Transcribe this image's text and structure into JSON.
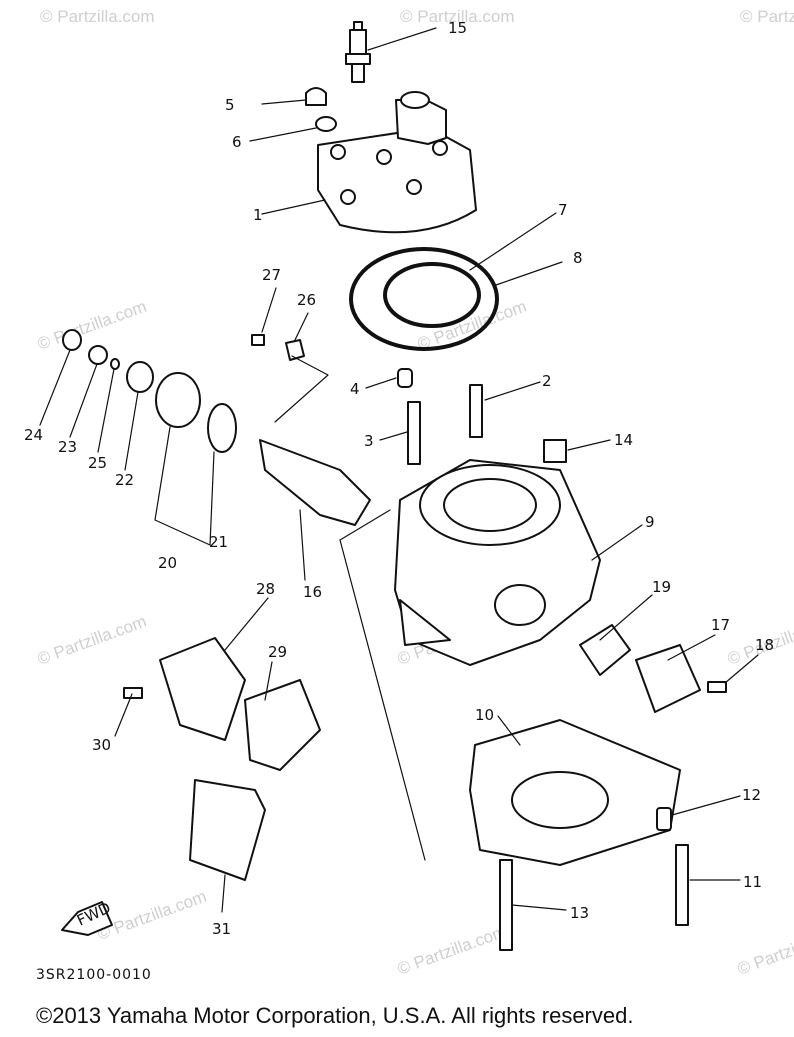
{
  "diagram": {
    "watermark_text": "© Partzilla.com",
    "callouts": [
      "1",
      "2",
      "3",
      "4",
      "5",
      "6",
      "7",
      "8",
      "9",
      "10",
      "11",
      "12",
      "13",
      "14",
      "15",
      "16",
      "17",
      "18",
      "19",
      "20",
      "21",
      "22",
      "23",
      "24",
      "25",
      "26",
      "27",
      "28",
      "29",
      "30",
      "31"
    ],
    "fwd_label": "FWD",
    "diagram_code": "3SR2100-0010",
    "copyright": "©2013 Yamaha Motor Corporation, U.S.A. All rights reserved."
  }
}
